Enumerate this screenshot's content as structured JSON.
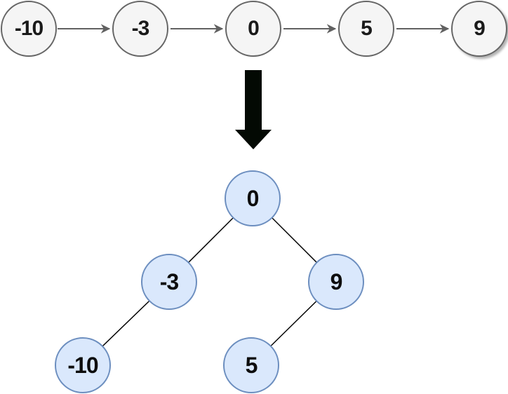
{
  "linked_list": {
    "nodes": [
      {
        "value": "-10"
      },
      {
        "value": "-3"
      },
      {
        "value": "0"
      },
      {
        "value": "5"
      },
      {
        "value": "9"
      }
    ]
  },
  "transform_arrow": {
    "direction": "down"
  },
  "tree": {
    "root": "0",
    "nodes": [
      {
        "value": "0",
        "parent": null,
        "side": "root"
      },
      {
        "value": "-3",
        "parent": "0",
        "side": "left"
      },
      {
        "value": "9",
        "parent": "0",
        "side": "right"
      },
      {
        "value": "-10",
        "parent": "-3",
        "side": "left"
      },
      {
        "value": "5",
        "parent": "9",
        "side": "left"
      }
    ]
  },
  "colors": {
    "list_node_fill": "#f5f5f5",
    "list_node_border": "#666666",
    "connector": "#616161",
    "tree_node_fill": "#dae8fc",
    "tree_node_border": "#6c8ebf",
    "tree_edge": "#000000",
    "transform_arrow_fill": "#030903",
    "transform_arrow_stroke": "#2d4a2d"
  }
}
